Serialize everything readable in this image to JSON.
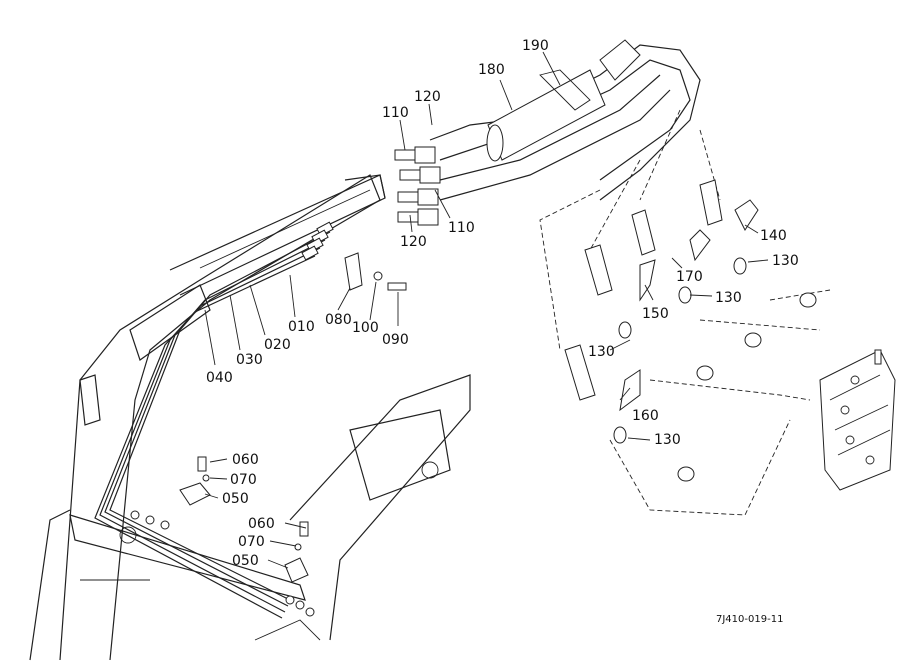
{
  "drawing_ref": "7J410-019-11",
  "labels": {
    "l190": "190",
    "l180": "180",
    "l120a": "120",
    "l110a": "110",
    "l110b": "110",
    "l120b": "120",
    "l140": "140",
    "l130a": "130",
    "l170": "170",
    "l130b": "130",
    "l150": "150",
    "l130c": "130",
    "l160": "160",
    "l130d": "130",
    "l010": "010",
    "l020": "020",
    "l030": "030",
    "l040": "040",
    "l080": "080",
    "l100": "100",
    "l090": "090",
    "l060a": "060",
    "l070a": "070",
    "l050a": "050",
    "l060b": "060",
    "l070b": "070",
    "l050b": "050"
  }
}
